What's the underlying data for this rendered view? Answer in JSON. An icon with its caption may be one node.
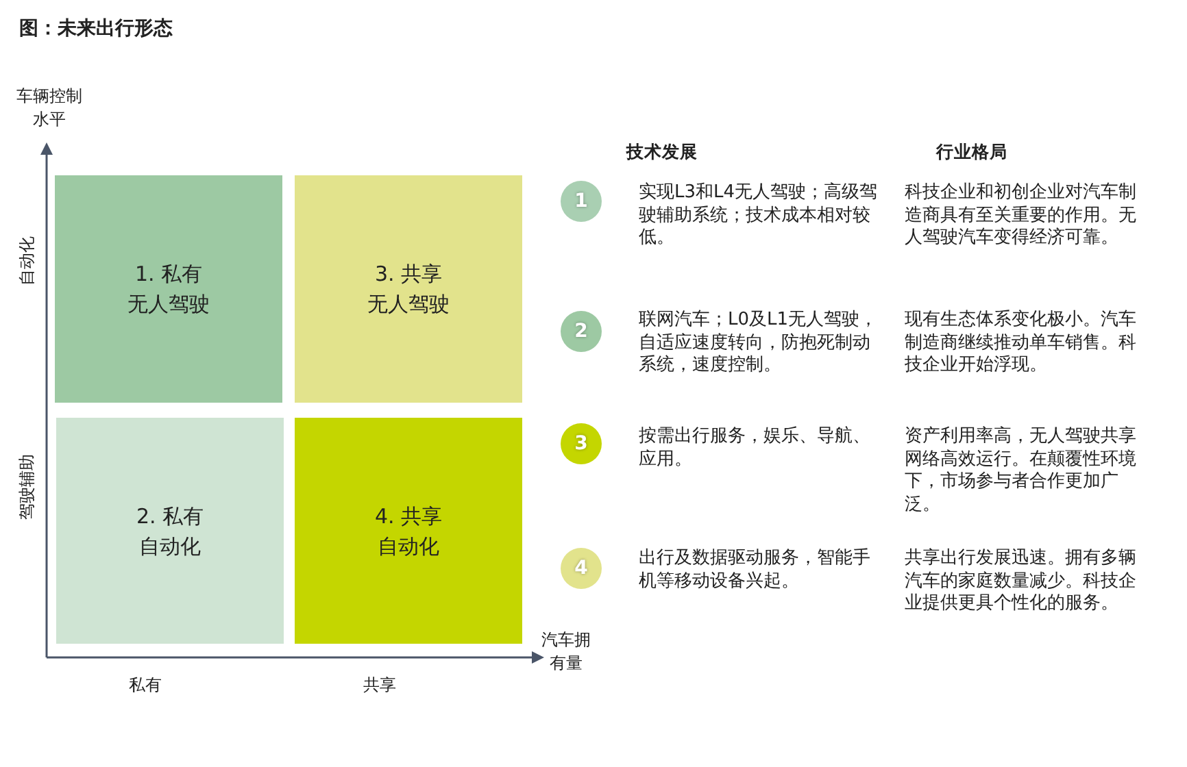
{
  "diagram": {
    "title": "图：未来出行形态",
    "nodes": [
      {
        "text": [
          "1. 私有",
          "无人驾驶"
        ]
      },
      {
        "text": [
          "3. 共享",
          "无人驾驶"
        ]
      },
      {
        "text": [
          "2. 私有",
          "自动化"
        ]
      },
      {
        "text": [
          "4. 共享",
          "自动化"
        ]
      },
      {
        "text": [
          "1"
        ]
      },
      {
        "text": [
          "2"
        ]
      },
      {
        "text": [
          "3"
        ]
      },
      {
        "text": [
          "4"
        ]
      }
    ],
    "labels": [
      "车辆控制水平",
      "自动化",
      "驾驶辅助",
      "汽车拥有量",
      "私有",
      "共享",
      "技术发展",
      "行业格局",
      "实现L3和L4无人驾驶；高级驾驶辅助系统；技术成本相对较低。",
      "科技企业和初创企业对汽车制造商具有至关重要的作用。无人驾驶汽车变得经济可靠。",
      "联网汽车；L0及L1无人驾驶，自适应速度转向，防抱死制动系统，速度控制。",
      "现有生态体系变化极小。汽车制造商继续推动单车销售。科技企业开始浮现。",
      "按需出行服务，娱乐、导航、应用。",
      "资产利用率高，无人驾驶共享网络高效运行。在颠覆性环境下，市场参与者合作更加广泛。",
      "出行及数据驱动服务，智能手机等移动设备兴起。",
      "共享出行发展迅速。拥有多辆汽车的家庭数量减少。科技企业提供更具个性化的服务。"
    ]
  }
}
